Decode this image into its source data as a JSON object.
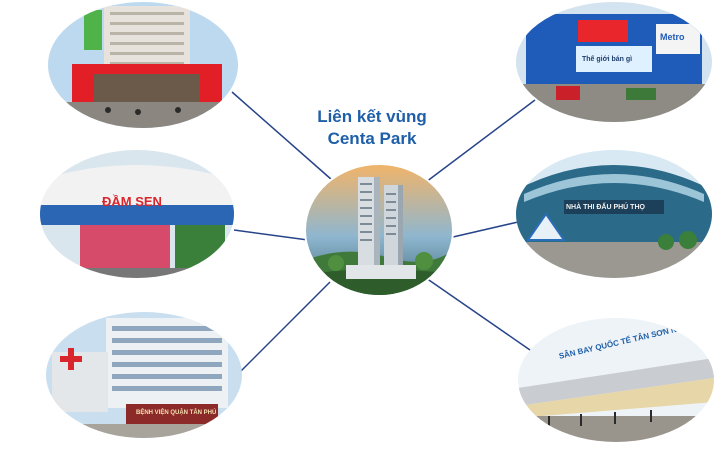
{
  "title": {
    "line1": "Liên kết vùng",
    "line2": "Centa Park"
  },
  "signs": {
    "supermarket_left": "ĐẦM SEN",
    "supermarket_right_brand": "Metro",
    "supermarket_right_sub": "Thế giới bán gì",
    "stadium": "NHÀ THI ĐẤU PHÚ THỌ",
    "airport": "SÂN BAY QUỐC TẾ TÂN SƠN NHẤT",
    "hospital": "BỆNH VIỆN QUẬN TÂN PHÚ"
  },
  "colors": {
    "title": "#1f5fa8",
    "connector": "#27448a",
    "sky": "#bcd9ef"
  }
}
